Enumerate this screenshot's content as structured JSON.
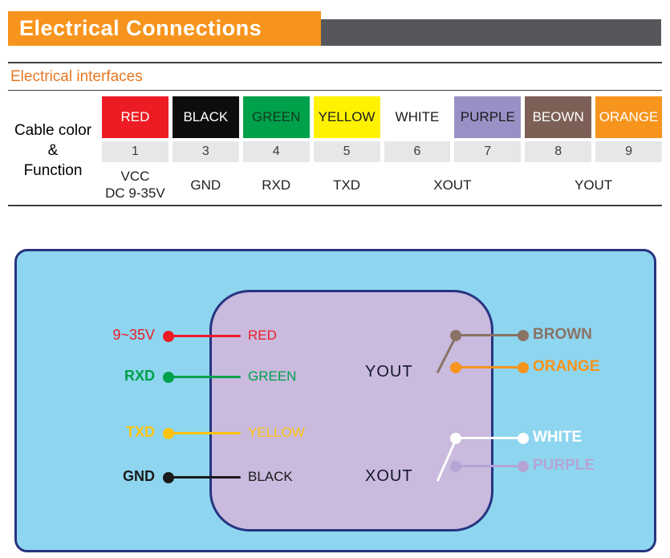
{
  "header": {
    "title": "Electrical Connections"
  },
  "section": {
    "title": "Electrical interfaces"
  },
  "table": {
    "row_label": {
      "line1": "Cable color",
      "line2": "&",
      "line3": "Function"
    },
    "colors": [
      {
        "label": "RED",
        "bg": "#ed1c24",
        "fg": "#ffffff"
      },
      {
        "label": "BLACK",
        "bg": "#0d0d0d",
        "fg": "#ffffff"
      },
      {
        "label": "GREEN",
        "bg": "#00a14b",
        "fg": "#123a1f"
      },
      {
        "label": "YELLOW",
        "bg": "#fff200",
        "fg": "#1a1a1a"
      },
      {
        "label": "WHITE",
        "bg": "#ffffff",
        "fg": "#1a1a1a"
      },
      {
        "label": "PURPLE",
        "bg": "#9b90c6",
        "fg": "#1a1a1a"
      },
      {
        "label": "BEOWN",
        "bg": "#7c6056",
        "fg": "#ffffff"
      },
      {
        "label": "ORANGE",
        "bg": "#f7941d",
        "fg": "#ffffff"
      }
    ],
    "pins": [
      "1",
      "3",
      "4",
      "5",
      "6",
      "7",
      "8",
      "9"
    ],
    "functions": {
      "vcc_line1": "VCC",
      "vcc_line2": "DC 9-35V",
      "gnd": "GND",
      "rxd": "RXD",
      "txd": "TXD",
      "xout": "XOUT",
      "yout": "YOUT"
    }
  },
  "diagram": {
    "left_wires": [
      {
        "signal": "9~35V",
        "wire_label": "RED",
        "color": "#ed1c24"
      },
      {
        "signal": "RXD",
        "wire_label": "GREEN",
        "color": "#00a14b"
      },
      {
        "signal": "TXD",
        "wire_label": "YELLOW",
        "color": "#ffc20e"
      },
      {
        "signal": "GND",
        "wire_label": "BLACK",
        "color": "#1a1a1a"
      }
    ],
    "right_ports": [
      {
        "label": "YOUT",
        "fork_color": "#8a7265",
        "wires": [
          {
            "label": "BROWN",
            "color": "#8a7265"
          },
          {
            "label": "ORANGE",
            "color": "#f7941d"
          }
        ]
      },
      {
        "label": "XOUT",
        "fork_color": "#ffffff",
        "wires": [
          {
            "label": "WHITE",
            "color": "#ffffff"
          },
          {
            "label": "PURPLE",
            "color": "#b4a5d6"
          }
        ]
      }
    ]
  },
  "theme": {
    "banner_orange": "#f7941d",
    "banner_gray": "#55575b",
    "section_orange": "#e87722",
    "panel_bg": "#8ed6f0",
    "panel_border": "#263480",
    "body_bg": "#c9bade",
    "pin_row_bg": "#e6e7e8"
  }
}
